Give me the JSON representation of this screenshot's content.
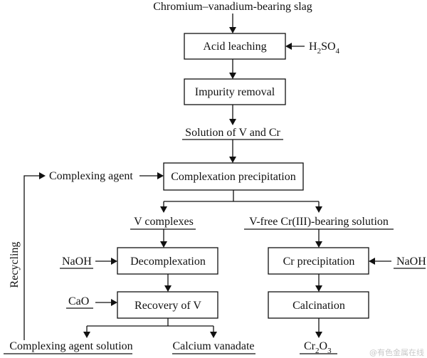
{
  "diagram": {
    "source": "Chromium–vanadium-bearing slag",
    "steps": {
      "acid_leaching": "Acid leaching",
      "impurity_removal": "Impurity removal",
      "complexation_precipitation": "Complexation precipitation",
      "decomplexation": "Decomplexation",
      "recovery_of_v": "Recovery of V",
      "cr_precipitation": "Cr precipitation",
      "calcination": "Calcination"
    },
    "streams": {
      "solution_v_cr": "Solution of V and Cr",
      "v_complexes": "V complexes",
      "v_free_cr": "V-free Cr(III)-bearing solution",
      "complexing_agent_solution": "Complexing agent solution",
      "calcium_vanadate": "Calcium vanadate"
    },
    "reagents": {
      "h2so4": {
        "base1": "H",
        "sub1": "2",
        "base2": "SO",
        "sub2": "4"
      },
      "complexing_agent": "Complexing agent",
      "naoh_left": "NaOH",
      "naoh_right": "NaOH",
      "cao": "CaO"
    },
    "product_cr2o3": {
      "base1": "Cr",
      "sub1": "2",
      "base2": "O",
      "sub2": "3"
    },
    "recycling": "Recycling"
  },
  "watermark": "@有色金属在线"
}
